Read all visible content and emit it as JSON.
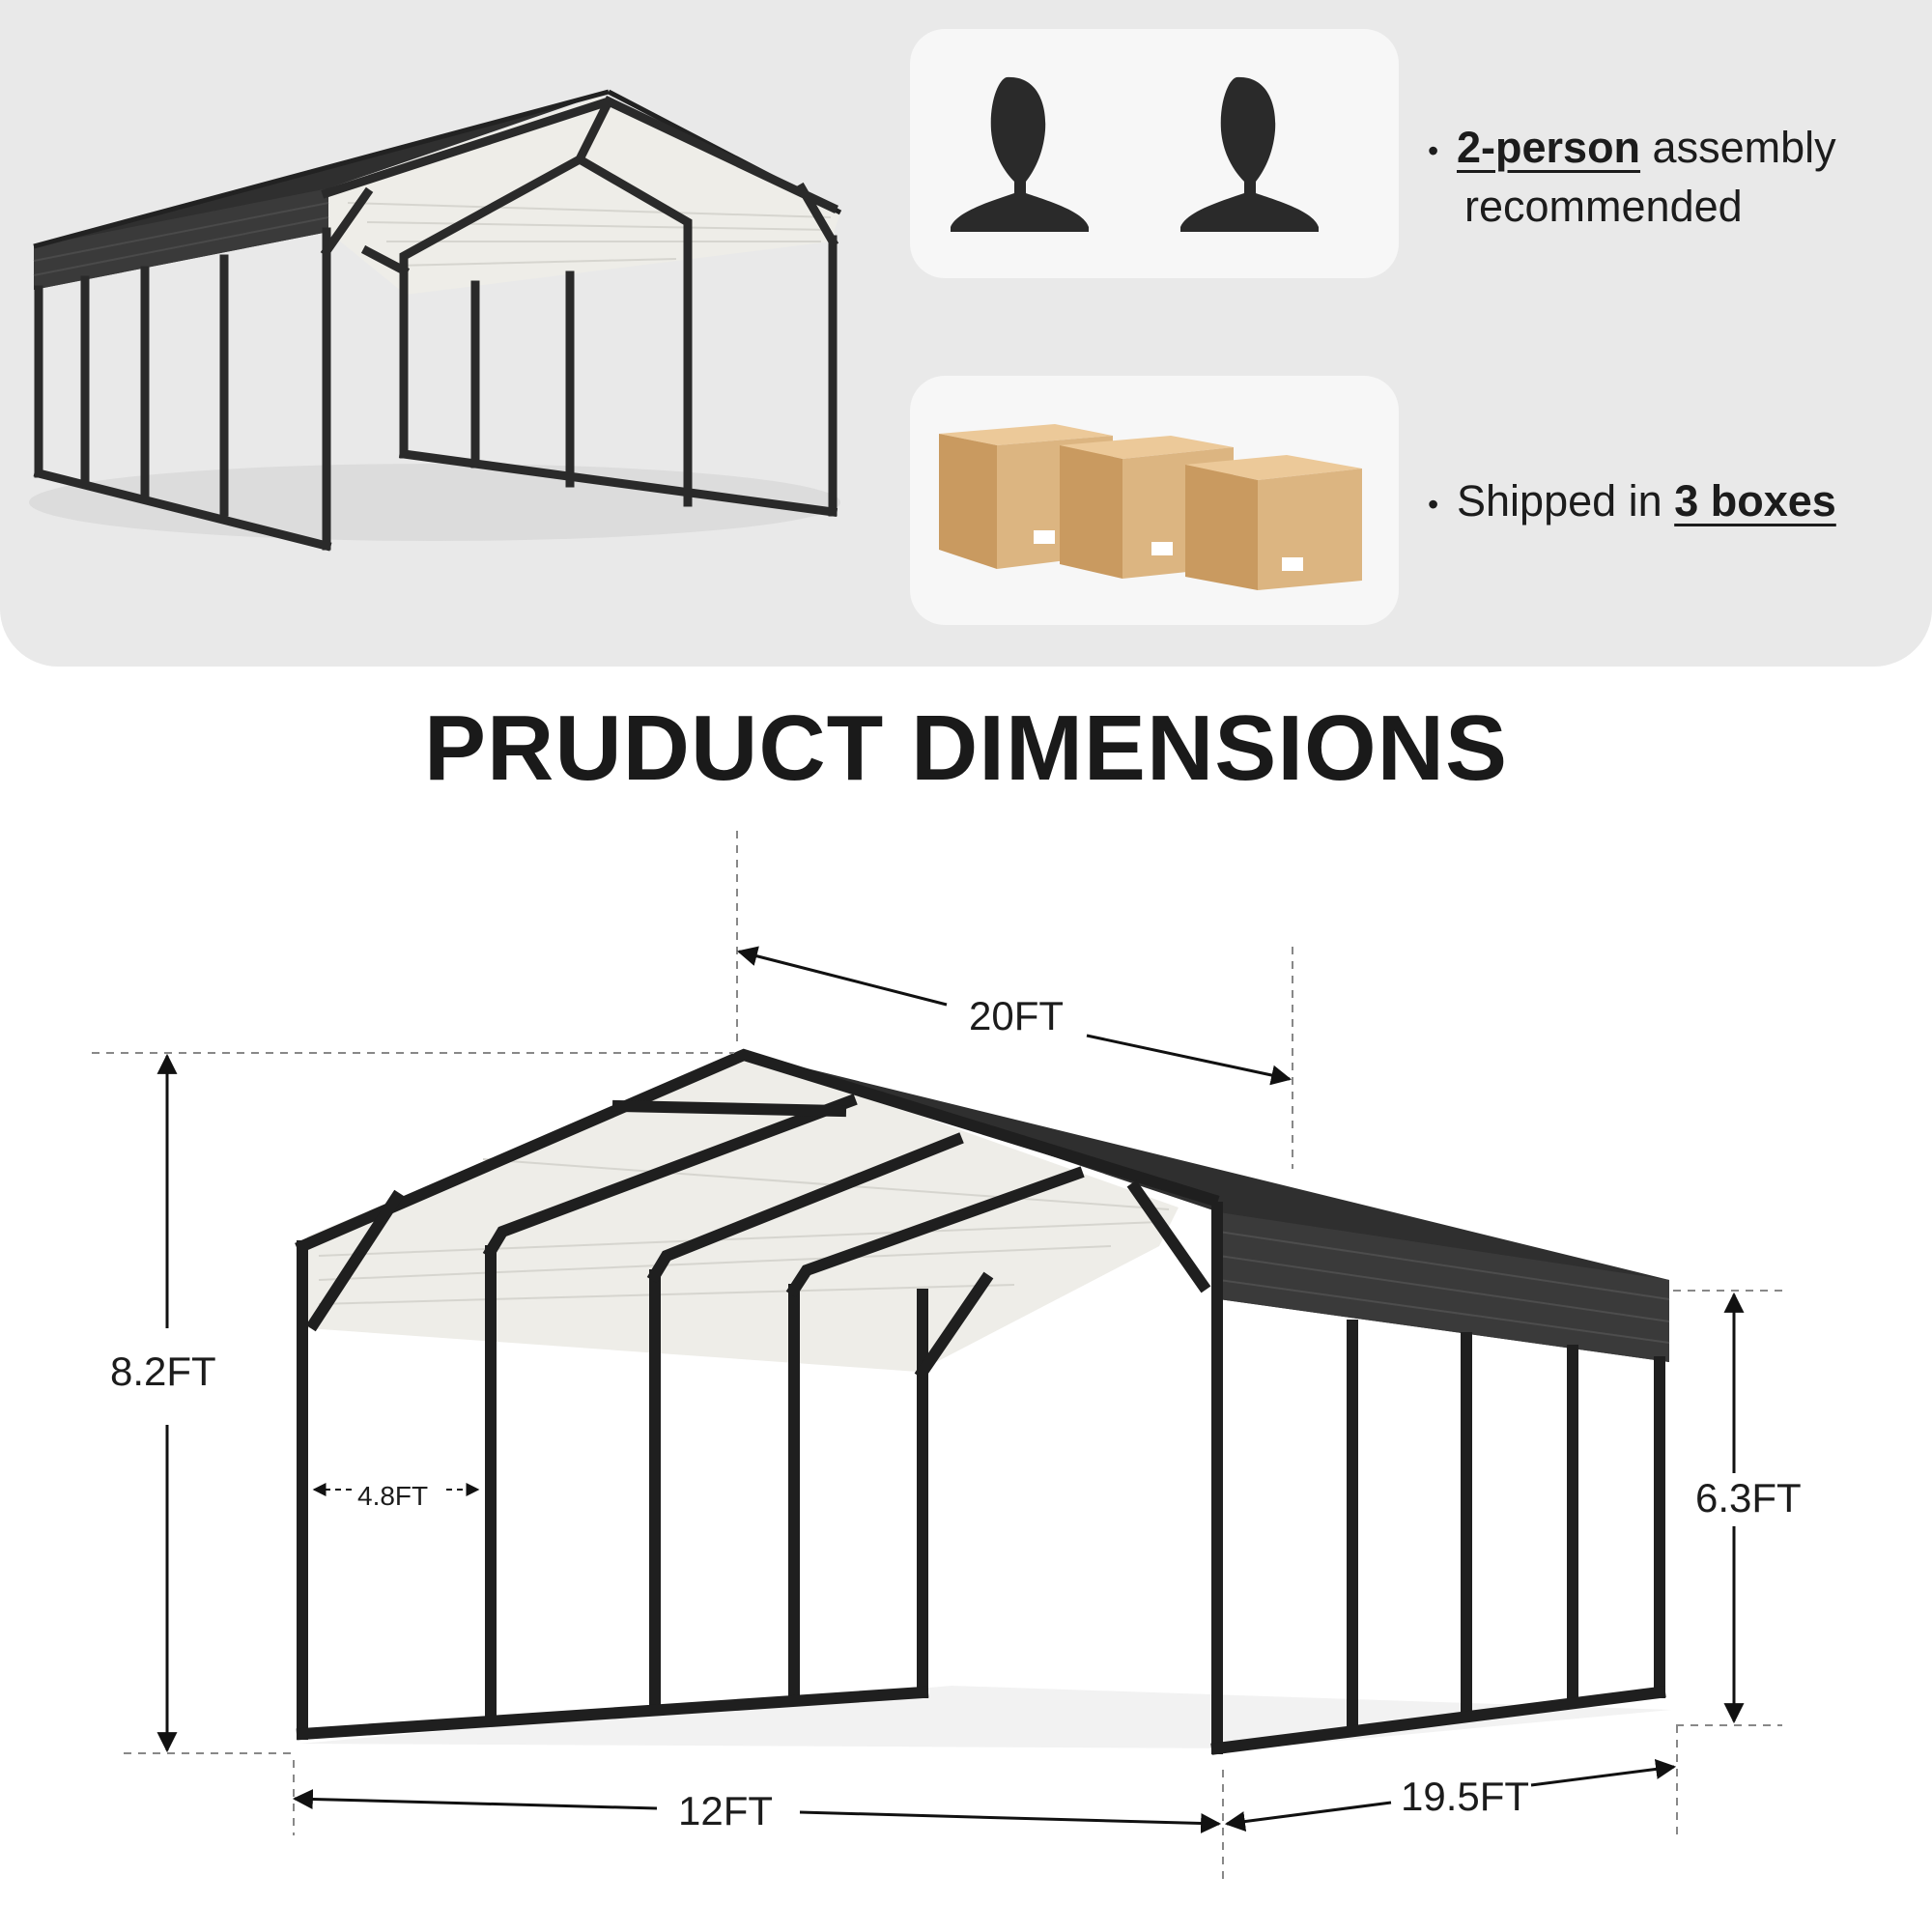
{
  "features": {
    "assembly": {
      "highlight": "2-person",
      "rest": " assembly",
      "line2": "recommended"
    },
    "shipping": {
      "prefix": "Shipped in ",
      "highlight": "3 boxes"
    }
  },
  "title": "PRUDUCT DIMENSIONS",
  "dimensions": {
    "length_top": "20FT",
    "height_peak": "8.2FT",
    "height_side": "6.3FT",
    "bay_spacing": "4.8FT",
    "width_front": "12FT",
    "length_base": "19.5FT"
  },
  "colors": {
    "panel": "#e9e9e9",
    "frame": "#2a2a2a",
    "roof_inner": "#ecebe6",
    "box": "#dcb581"
  },
  "icons": [
    "person-silhouette-icon",
    "cardboard-box-icon"
  ]
}
